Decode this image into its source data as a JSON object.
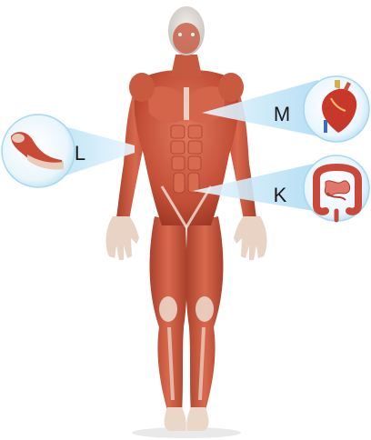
{
  "labels": {
    "left": "L",
    "heart": "M",
    "intestine": "K"
  },
  "colors": {
    "muscle": "#c9553e",
    "muscle_dark": "#9e3a28",
    "muscle_light": "#e08a6c",
    "tendon": "#ecdcd0",
    "skin_head": "#e6e2de",
    "callout": "#bfe3f5",
    "callout_rim": "#9fd3ee",
    "heart": "#c8382a",
    "vessel_blue": "#3a6fb8",
    "intestine": "#d2564a"
  },
  "icons": [
    "arm-muscle-icon",
    "heart-icon",
    "intestine-icon"
  ]
}
